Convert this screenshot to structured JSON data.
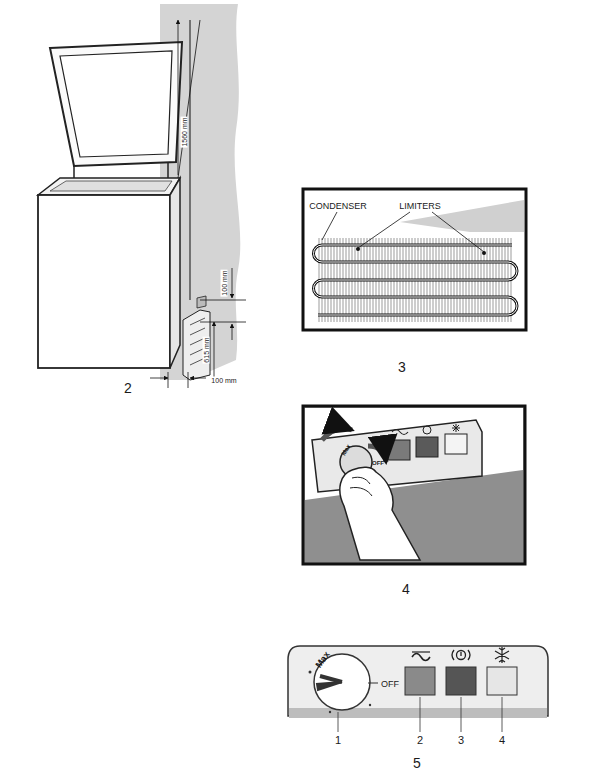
{
  "diagram": {
    "labels": [
      "1560 mm",
      "100 mm",
      "615 mm",
      "100 mm",
      "2",
      "CONDENSER",
      "LIMITERS",
      "3",
      "Max",
      "OFF",
      "4",
      "Max",
      "OFF",
      "1",
      "2",
      "3",
      "4",
      "5"
    ]
  }
}
